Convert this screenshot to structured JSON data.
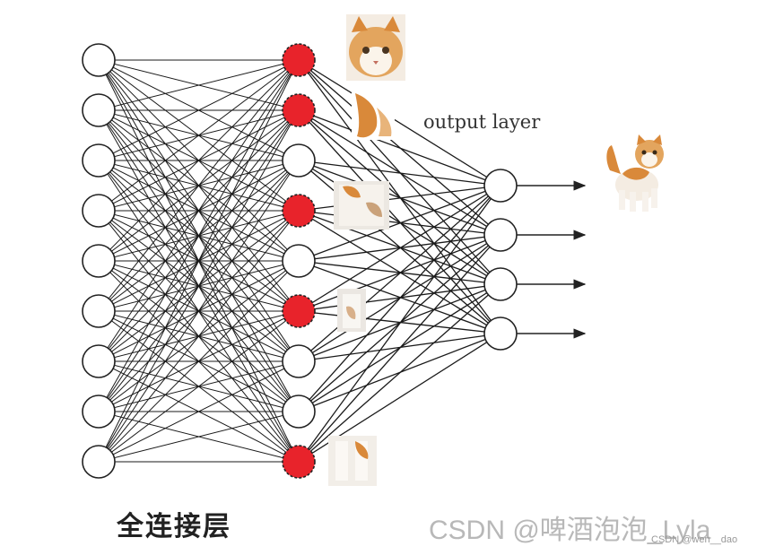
{
  "caption": "全连接层",
  "output_label": "output layer",
  "watermark": "CSDN @啤酒泡泡_Lyla",
  "watermark_small": "CSDN @wen__dao",
  "layers": {
    "input_count": 9,
    "hidden_count": 9,
    "hidden_active": [
      0,
      1,
      3,
      5,
      8
    ],
    "output_count": 4
  },
  "icons": {
    "cat_full": "cat-image-icon",
    "cat_face": "cat-face-image-icon",
    "cat_parts": [
      "cat-ear-patch-icon",
      "cat-body-patch-icon",
      "cat-leg-patch-icon",
      "cat-paw-patch-icon"
    ]
  },
  "colors": {
    "active_node": "#e8232b",
    "node_stroke": "#222222",
    "edge": "#1a1a1a",
    "cat_orange": "#d9893a"
  }
}
